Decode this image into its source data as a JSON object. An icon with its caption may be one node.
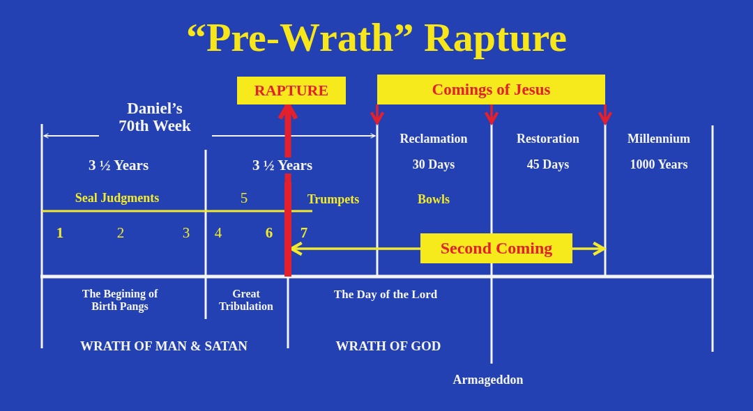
{
  "diagram": {
    "title": "“Pre-Wrath” Rapture",
    "nodes": [
      {
        "text": [
          "RAPTURE"
        ]
      },
      {
        "text": [
          "Comings of Jesus"
        ]
      },
      {
        "text": [
          "Second Coming"
        ]
      },
      {
        "text": [],
        "shape": "bar"
      }
    ],
    "edges": [
      {
        "from": 3,
        "to": 0,
        "arrow": "to",
        "style": "thick"
      },
      {
        "from": 1,
        "to": null,
        "arrow": "to"
      },
      {
        "from": 1,
        "to": null,
        "arrow": "to"
      },
      {
        "from": 1,
        "to": null,
        "arrow": "to"
      },
      {
        "from": 2,
        "to": 3,
        "arrow": "to",
        "color": "#f2ea2a"
      },
      {
        "from": 2,
        "to": null,
        "arrow": "to",
        "color": "#f2ea2a"
      }
    ],
    "labels": [
      "Daniel’s 70th Week",
      "3 ½ Years",
      "3 ½ Years",
      "Reclamation",
      "30 Days",
      "Restoration",
      "45 Days",
      "Millennium",
      "1000 Years",
      "Seal Judgments",
      "5",
      "Trumpets",
      "Bowls",
      "1",
      "2",
      "3",
      "4",
      "6",
      "7",
      "The Begining of Birth Pangs",
      "Great Tribulation",
      "The Day of the Lord",
      "WRATH OF MAN & SATAN",
      "WRATH OF GOD",
      "Armageddon"
    ]
  }
}
